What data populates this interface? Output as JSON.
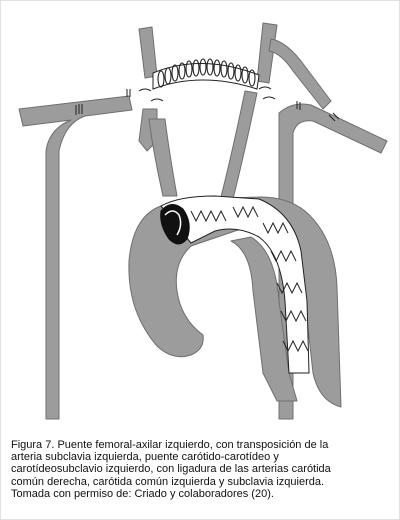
{
  "figure": {
    "caption_lines": [
      "Figura 7. Puente femoral-axilar izquierdo, con transposición de la",
      "arteria subclavia izquierda, puente carótido-carotídeo y",
      "carotídeosubclavio izquierdo, con ligadura de las arterias carótida",
      "común derecha, carótida común izquierda y subclavia izquierda.",
      "Tomada con permiso de: Criado y colaboradores (20)."
    ]
  },
  "colors": {
    "vessel_fill": "#9c9c9c",
    "vessel_stroke": "#6f6f6f",
    "graft_fill": "#ffffff",
    "graft_stroke": "#222222",
    "caption_text": "#111111"
  }
}
